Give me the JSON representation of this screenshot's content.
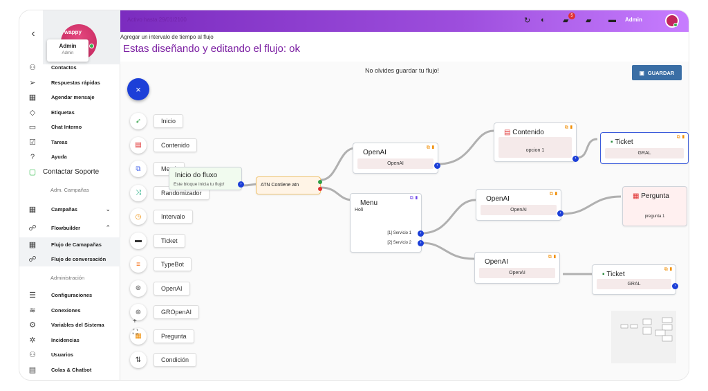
{
  "sidebar": {
    "user": {
      "name": "Admin",
      "role": "Admin"
    },
    "logo_text": "wappy",
    "items": [
      {
        "label": "Contactos",
        "icon": "contacts-icon",
        "glyph": "⚇"
      },
      {
        "label": "Respuestas rápidas",
        "icon": "send-icon",
        "glyph": "➢"
      },
      {
        "label": "Agendar mensaje",
        "icon": "calendar-icon",
        "glyph": "▦"
      },
      {
        "label": "Etiquetas",
        "icon": "tag-icon",
        "glyph": "◇"
      },
      {
        "label": "Chat Interno",
        "icon": "inbox-icon",
        "glyph": "▭"
      },
      {
        "label": "Tareas",
        "icon": "checkbox-icon",
        "glyph": "☑"
      },
      {
        "label": "Ayuda",
        "icon": "help-icon",
        "glyph": "?"
      }
    ],
    "soporte": "Contactar Soporte",
    "section_campaigns": "Adm. Campañas",
    "campaigns": "Campañas",
    "flowbuilder": "Flowbuilder",
    "flow_items": [
      "Flujo de Camapañas",
      "Flujo de conversación"
    ],
    "section_admin": "Administración",
    "admin_items": [
      {
        "label": "Configuraciones",
        "icon": "settings-icon",
        "glyph": "☰"
      },
      {
        "label": "Conexiones",
        "icon": "wifi-icon",
        "glyph": "≋"
      },
      {
        "label": "Variables del Sistema",
        "icon": "gear-icon",
        "glyph": "⚙"
      },
      {
        "label": "Incidencias",
        "icon": "bug-icon",
        "glyph": "✲"
      },
      {
        "label": "Usuarios",
        "icon": "users-icon",
        "glyph": "⚇"
      },
      {
        "label": "Colas & Chatbot",
        "icon": "database-icon",
        "glyph": "▤"
      }
    ]
  },
  "topbar": {
    "license": "Activo hasta 29/01/2100",
    "admin": "Admin",
    "notif_count": "5"
  },
  "page": {
    "subtitle": "Agregar un intervalo de tiempo al flujo",
    "title": "Estas diseñando y editando el flujo: ok"
  },
  "canvas": {
    "hint": "No olvides guardar tu flujo!",
    "save_label": "GUARDAR",
    "tools": [
      "Inicio",
      "Contenido",
      "Menú",
      "Randomizador",
      "Intervalo",
      "Ticket",
      "TypeBot",
      "OpenAI",
      "GROpenAI",
      "Pregunta",
      "Condición"
    ]
  },
  "nodes": {
    "inicio": {
      "title": "Inicio do fluxo",
      "body": "Este bloque inicia tu flujo!"
    },
    "atn": {
      "title": "ATN Contiene atn"
    },
    "openai1": {
      "title": "OpenAI",
      "body": "OpenAI"
    },
    "contenido": {
      "title": "Contenido",
      "body": "opcion 1"
    },
    "ticket1": {
      "title": "Ticket",
      "body": "GRAL"
    },
    "menu": {
      "title": "Menu",
      "body": "Holi",
      "opt1": "[1] Servicio 1",
      "opt2": "[2] Servicio 2"
    },
    "openai2": {
      "title": "OpenAI",
      "body": "OpenAI"
    },
    "pregunta": {
      "title": "Pergunta",
      "body": "pregunta 1"
    },
    "openai3": {
      "title": "OpenAI",
      "body": "OpenAI"
    },
    "ticket2": {
      "title": "Ticket",
      "body": "GRAL"
    }
  }
}
